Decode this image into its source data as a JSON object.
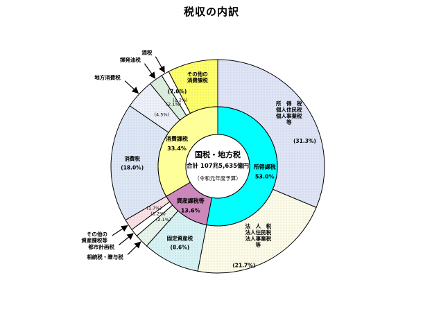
{
  "chart_data": {
    "type": "pie",
    "title": "税収の内訳",
    "center": {
      "line1": "国税・地方税",
      "line2": "合計 107兆5,635億円",
      "note": "（令和元年度予算）"
    },
    "inner": [
      {
        "label": "所得課税",
        "value": 53.0,
        "value_text": "53.0%",
        "color": "#00ffff"
      },
      {
        "label": "資産課税等",
        "value": 13.6,
        "value_text": "13.6%",
        "color": "#cc88bb"
      },
      {
        "label": "消費課税",
        "value": 33.4,
        "value_text": "33.4%",
        "color": "#ffff99"
      }
    ],
    "outer": [
      {
        "label": "所　得　税\n個人住民税\n個人事業税\n等",
        "value": 31.3,
        "value_text": "(31.3%)",
        "color": "#dfe4f5"
      },
      {
        "label": "法　人　税\n法人住民税\n法人事業税\n等",
        "value": 21.7,
        "value_text": "(21.7%)",
        "color": "#fdfbe6"
      },
      {
        "label": "固定資産税",
        "value": 8.6,
        "value_text": "(8.6%)",
        "color": "#d6f2f2"
      },
      {
        "label": "相続税・贈与税",
        "value": 2.1,
        "value_text": "(2.1%)",
        "color": "#e8f4e8"
      },
      {
        "label": "都市計画税",
        "value": 1.2,
        "value_text": "(1.2%)",
        "color": "#ffffff"
      },
      {
        "label": "その他の\n資産課税等",
        "value": 1.7,
        "value_text": "(1.7%)",
        "color": "#fbe0e4"
      },
      {
        "label": "消費税",
        "value": 18.0,
        "value_text": "(18.0%)",
        "color": "#dde6f4"
      },
      {
        "label": "地方消費税",
        "value": 4.5,
        "value_text": "(4.5%)",
        "color": "#eef0f8"
      },
      {
        "label": "揮発油税",
        "value": 2.1,
        "value_text": "(2.1%)",
        "color": "#dcefdc"
      },
      {
        "label": "酒税",
        "value": 1.2,
        "value_text": "(1.2%)",
        "color": "#ffffff"
      },
      {
        "label": "その他の\n消費課税",
        "value": 7.6,
        "value_text": "(7.6%)",
        "color": "#ffff66"
      }
    ]
  }
}
